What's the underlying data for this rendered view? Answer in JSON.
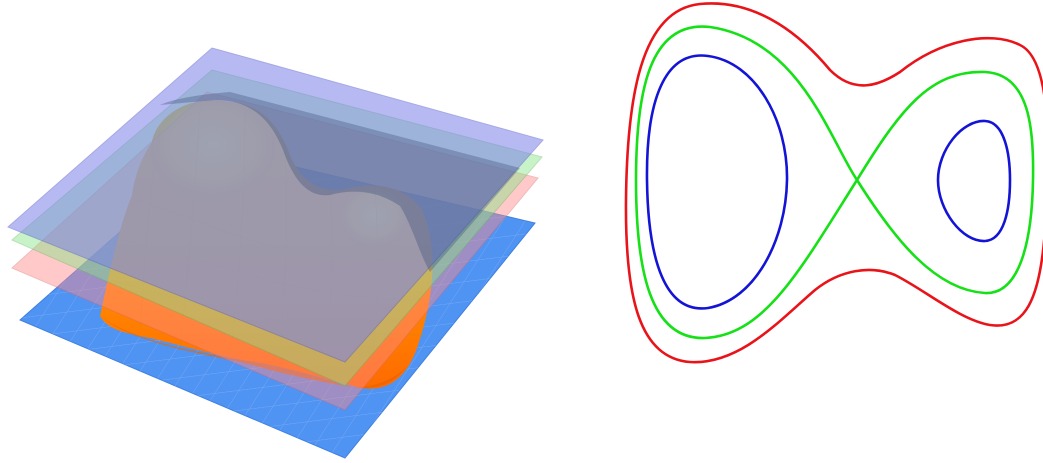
{
  "figure": {
    "left_panel": {
      "description_kind": "3d-surface-with-level-planes",
      "surface_colors": {
        "peak": "#ffd21a",
        "mid": "#f4a300",
        "base": "#ff7a00"
      },
      "planes": [
        {
          "name": "plane-top",
          "color": "#7e82e6",
          "opacity": 0.55
        },
        {
          "name": "plane-green",
          "color": "#7fe07f",
          "opacity": 0.5
        },
        {
          "name": "plane-red",
          "color": "#ff8080",
          "opacity": 0.5
        },
        {
          "name": "plane-bottom",
          "color": "#3f8bf0",
          "opacity": 0.8
        }
      ]
    },
    "right_panel": {
      "description_kind": "level-set-contours",
      "contours": [
        {
          "name": "contour-outer",
          "color": "#e8141a"
        },
        {
          "name": "contour-separatrix",
          "color": "#16e016"
        },
        {
          "name": "contour-inner",
          "color": "#1414d6"
        }
      ]
    }
  }
}
